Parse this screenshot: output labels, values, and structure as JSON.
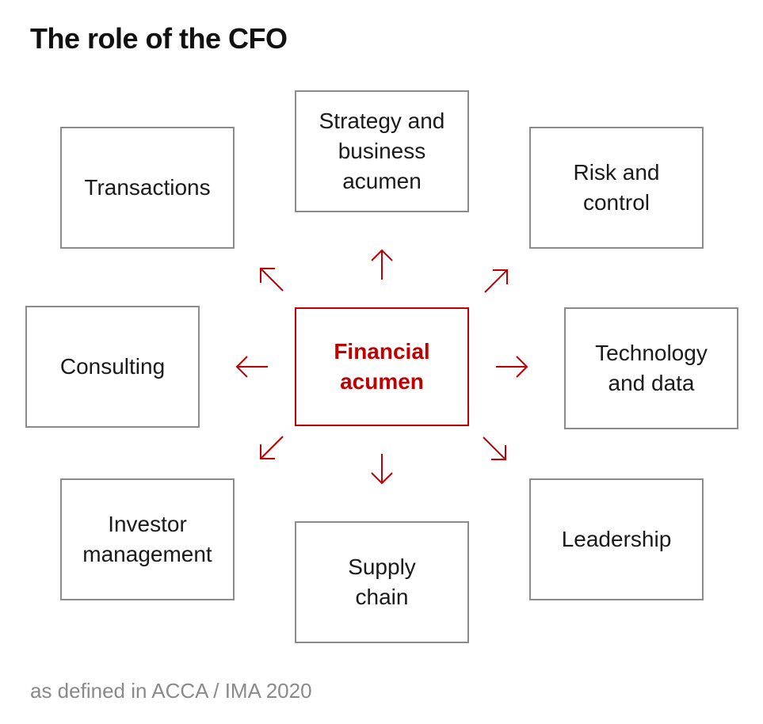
{
  "title": "The role of the CFO",
  "center": {
    "label_line1": "Financial",
    "label_line2": "acumen",
    "color": "#c00000"
  },
  "roles": {
    "strategy": [
      "Strategy and",
      "business",
      "acumen"
    ],
    "transactions": [
      "Transactions"
    ],
    "risk": [
      "Risk and",
      "control"
    ],
    "consulting": [
      "Consulting"
    ],
    "technology": [
      "Technology",
      "and data"
    ],
    "investor": [
      "Investor",
      "management"
    ],
    "supply": [
      "Supply",
      "chain"
    ],
    "leadership": [
      "Leadership"
    ]
  },
  "footnote": "as defined in ACCA / IMA 2020",
  "colors": {
    "box_border": "#8c8c8c",
    "accent": "#c00000",
    "title": "#111111",
    "footnote": "#8a8a8a"
  }
}
